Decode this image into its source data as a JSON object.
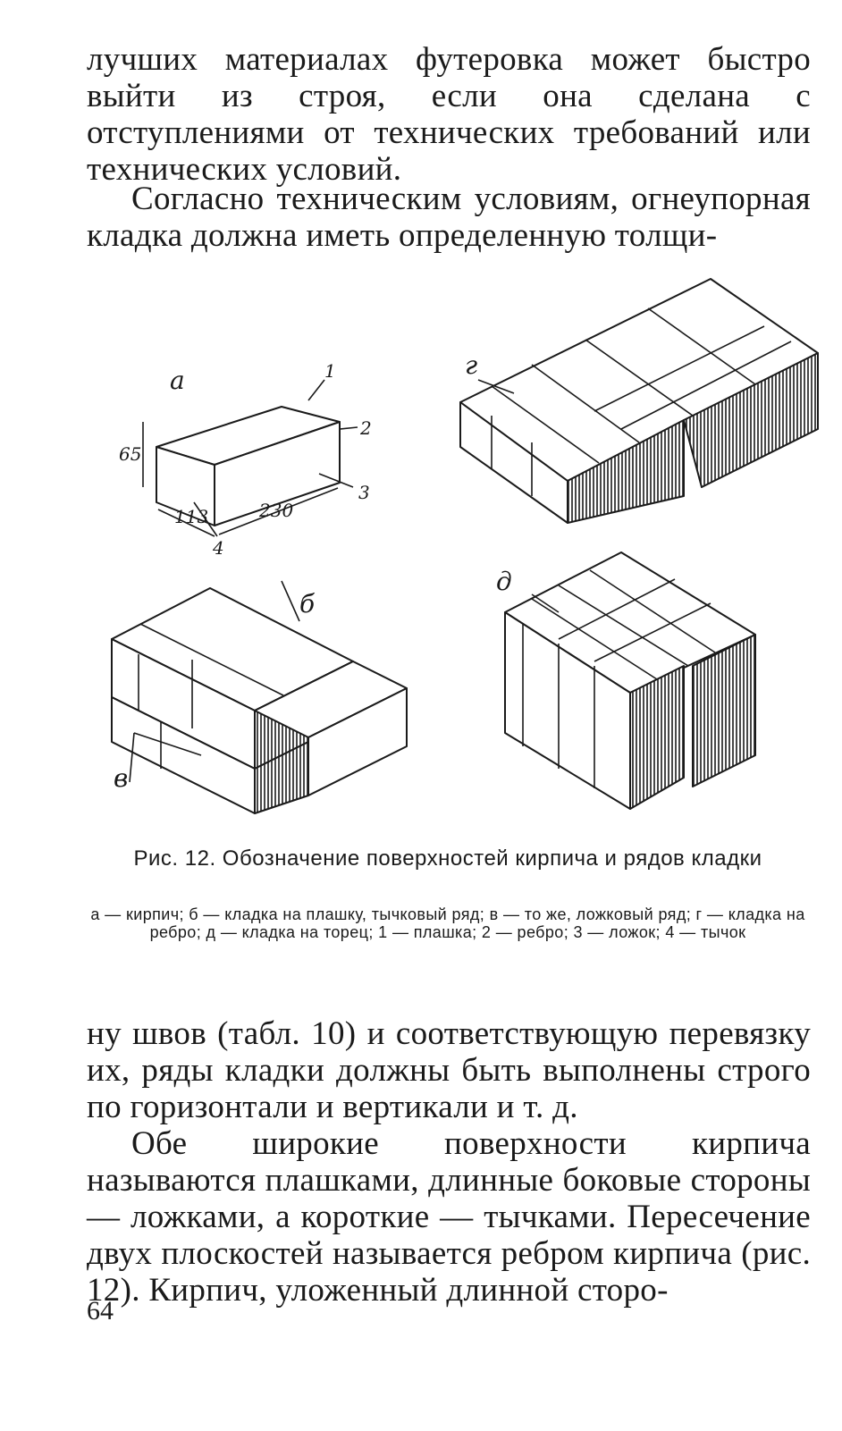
{
  "body_text": {
    "paragraph_1": "лучших материалах футеровка может быстро выйти из строя, если она сделана с отступлениями от технических требований или технических условий.",
    "paragraph_2": "Согласно техническим условиям, огнеупорная кладка должна иметь определенную толщи-",
    "paragraph_3": "ну швов (табл. 10) и соответствующую перевязку их, ряды кладки должны быть выполнены строго по горизонтали и вертикали и т. д.",
    "paragraph_4": "Обе широкие поверхности кирпича называются плашками, длинные боковые стороны — ложками, а короткие — тычками. Пересечение двух плоскостей называется ребром кирпича (рис. 12). Кирпич, уложенный длинной сторо-"
  },
  "figure": {
    "labels": {
      "a": "а",
      "b": "б",
      "v": "в",
      "g": "г",
      "d": "д",
      "n1": "1",
      "n2": "2",
      "n3": "3",
      "n4": "4",
      "dim_65": "65",
      "dim_113": "113",
      "dim_230": "230"
    },
    "caption_title": "Рис. 12. Обозначение поверхностей кирпича и рядов кладки",
    "caption_desc": "а — кирпич; б — кладка на плашку, тычковый ряд; в — то же, ложковый ряд; г — кладка на ребро; д — кладка на торец; 1 — плашка; 2 — ребро; 3 — ложок; 4 — тычок"
  },
  "page_number": "64"
}
